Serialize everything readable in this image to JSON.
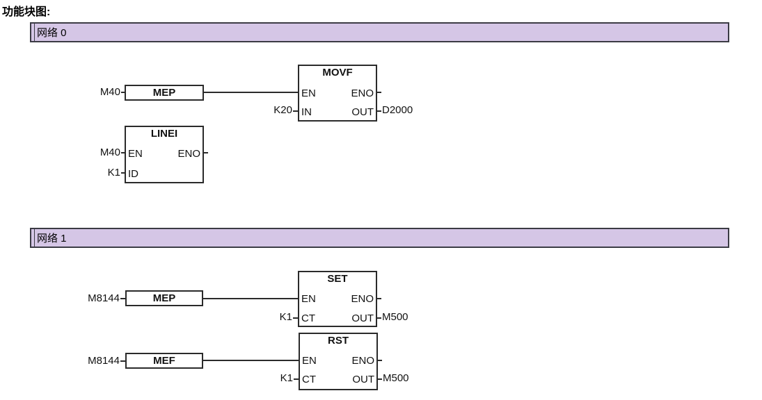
{
  "page": {
    "title": "功能块图:"
  },
  "colors": {
    "network_header_bg": "#d5c6e6",
    "network_header_border": "#3b3b44",
    "block_border": "#2a2a2a",
    "wire": "#2a2a2a",
    "text": "#111111"
  },
  "networks": [
    {
      "label": "网络 0",
      "elements": {
        "mep": {
          "input": "M40",
          "title": "MEP"
        },
        "movf": {
          "title": "MOVF",
          "pin_en": "EN",
          "pin_eno": "ENO",
          "pin_in": "IN",
          "pin_out": "OUT",
          "in_value": "K20",
          "out_value": "D2000"
        },
        "linei": {
          "title": "LINEI",
          "input": "M40",
          "pin_en": "EN",
          "pin_eno": "ENO",
          "pin_id": "ID",
          "id_value": "K1"
        }
      }
    },
    {
      "label": "网络 1",
      "elements": {
        "mep": {
          "input": "M8144",
          "title": "MEP"
        },
        "set": {
          "title": "SET",
          "pin_en": "EN",
          "pin_eno": "ENO",
          "pin_ct": "CT",
          "pin_out": "OUT",
          "ct_value": "K1",
          "out_value": "M500"
        },
        "mef": {
          "input": "M8144",
          "title": "MEF"
        },
        "rst": {
          "title": "RST",
          "pin_en": "EN",
          "pin_eno": "ENO",
          "pin_ct": "CT",
          "pin_out": "OUT",
          "ct_value": "K1",
          "out_value": "M500"
        }
      }
    }
  ]
}
